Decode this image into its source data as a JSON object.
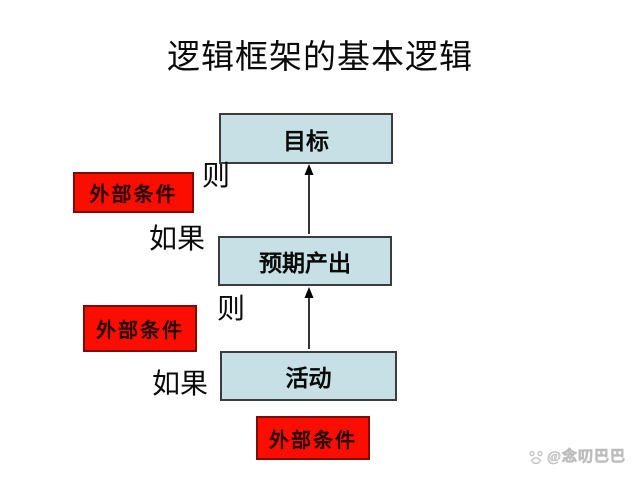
{
  "title": "逻辑框架的基本逻辑",
  "diagram": {
    "nodes": [
      {
        "id": "goal",
        "label": "目标"
      },
      {
        "id": "expected-output",
        "label": "预期产出"
      },
      {
        "id": "activities",
        "label": "活动"
      }
    ],
    "external_conditions": [
      {
        "id": "condition-top",
        "label": "外部条件"
      },
      {
        "id": "condition-middle",
        "label": "外部条件"
      },
      {
        "id": "condition-bottom",
        "label": "外部条件"
      }
    ],
    "logic_labels": [
      {
        "id": "then-1",
        "label": "则"
      },
      {
        "id": "if-1",
        "label": "如果"
      },
      {
        "id": "then-2",
        "label": "则"
      },
      {
        "id": "if-2",
        "label": "如果"
      }
    ],
    "arrows": [
      {
        "from": "expected-output",
        "to": "goal",
        "direction": "up"
      },
      {
        "from": "activities",
        "to": "expected-output",
        "direction": "up"
      }
    ]
  },
  "colors": {
    "node_fill": "#c6e0e5",
    "node_border": "#3c3c3c",
    "condition_fill": "#fb0e00",
    "condition_border": "#7e0c00",
    "arrow": "#000000",
    "watermark": "#c4c4c4"
  },
  "watermark": {
    "icon": "paw-logo-icon",
    "text": "@念叨巴巴"
  }
}
